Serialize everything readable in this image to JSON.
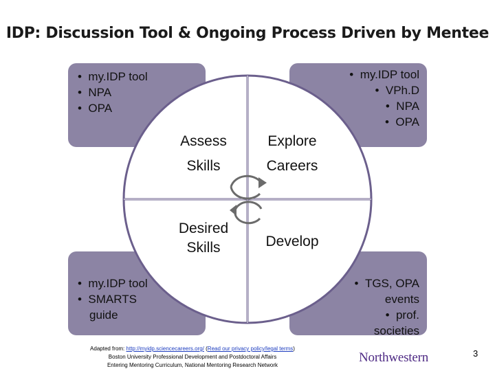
{
  "title": "IDP: Discussion Tool & Ongoing Process Driven by Mentee",
  "quadrants": {
    "assess": [
      "Assess",
      "Skills"
    ],
    "explore": [
      "Explore",
      "Careers"
    ],
    "desired": [
      "Desired",
      "Skills"
    ],
    "develop": "Develop"
  },
  "corners": {
    "top_left": [
      "my.IDP tool",
      "NPA",
      "OPA"
    ],
    "top_right": [
      "my.IDP tool",
      "VPh.D",
      "NPA",
      "OPA"
    ],
    "bottom_left": [
      "my.IDP tool",
      "SMARTS",
      "guide"
    ],
    "bottom_right": [
      "TGS, OPA",
      "events",
      "prof.",
      "societies"
    ]
  },
  "footer": {
    "adapted_prefix": "Adapted from: ",
    "link1": "http://myidp.sciencecareers.org/",
    "open_paren": " (",
    "link2": "Read our privacy policy/legal terms",
    "close_paren": ")",
    "line2": "Boston University Professional Development and Postdoctoral Affairs",
    "line3": "Entering Mentoring Curriculum, National Mentoring Research Network"
  },
  "brand": "Northwestern",
  "page_number": "3",
  "colors": {
    "corner_fill": "#8c84a4",
    "circle_stroke": "#6b5f8c",
    "brand": "#4e2a84"
  }
}
